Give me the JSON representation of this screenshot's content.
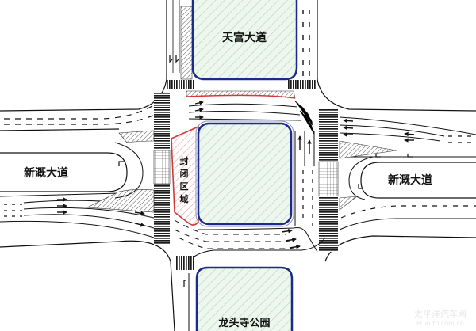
{
  "diagram": {
    "type": "road-intersection-traffic-plan",
    "labels": {
      "north_road": "天宫大道",
      "west_road": "新溉大道",
      "east_road": "新溉大道",
      "south_area": "龙头寺公园",
      "closed_zone": "封闭区域",
      "closed_zone_chars": [
        "封",
        "闭",
        "区",
        "域"
      ]
    },
    "watermark": {
      "line1": "太平洋汽车网",
      "line2": "PCauto.com.cn"
    },
    "colors": {
      "island_border": "#1c2a8c",
      "island_fill": "#eef7ee",
      "island_hatch": "#b9d8b9",
      "closed_zone_border": "#d23a3a",
      "closed_zone_hatch": "#e9a0a0",
      "road_line": "#1a1a1a",
      "crosswalk": "#1a1a1a",
      "background": "#ffffff"
    }
  }
}
